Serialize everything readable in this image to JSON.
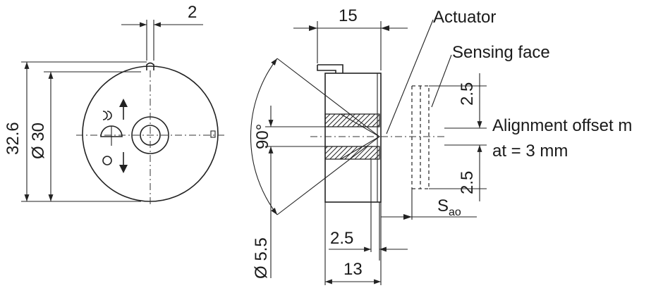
{
  "front_view": {
    "dim_tab_width": "2",
    "dim_overall_diameter": "32.6",
    "dim_body_diameter": "Ø 30"
  },
  "side_view": {
    "dim_overall_length": "15",
    "dim_angle": "90°",
    "dim_bore": "Ø 5.5",
    "dim_recess": "2.5",
    "dim_body_length": "13",
    "dim_offset_top": "2.5",
    "dim_offset_bottom": "2.5",
    "label_actuator": "Actuator",
    "label_sensing_face": "Sensing face",
    "label_alignment_line1": "Alignment offset m",
    "label_alignment_line2": "at = 3 mm",
    "label_sao_main": "S",
    "label_sao_sub": "ao"
  },
  "colors": {
    "line": "#222222",
    "background": "#ffffff"
  },
  "icons": [
    "magnet-symbol-icon",
    "arrow-up-icon",
    "arrow-down-icon",
    "lock-symbol-icon"
  ]
}
